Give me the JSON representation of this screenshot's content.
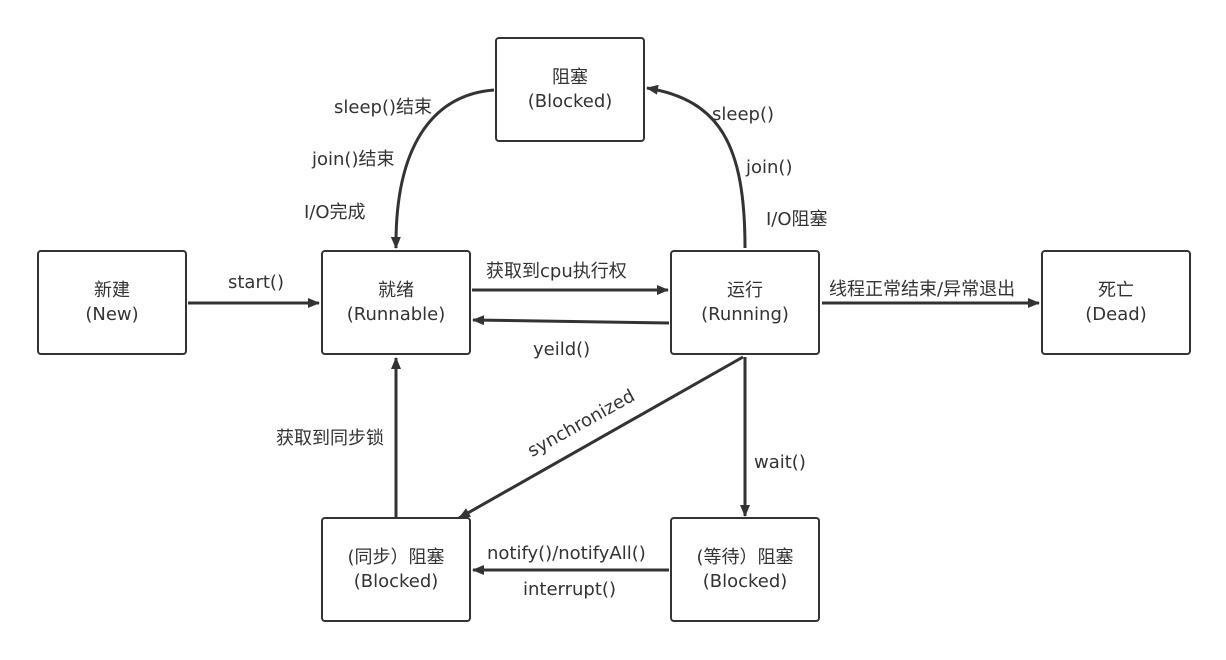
{
  "states": {
    "new": {
      "name": "新建",
      "en": "(New)"
    },
    "runnable": {
      "name": "就绪",
      "en": "(Runnable)"
    },
    "running": {
      "name": "运行",
      "en": "(Running)"
    },
    "dead": {
      "name": "死亡",
      "en": "(Dead)"
    },
    "blocked": {
      "name": "阻塞",
      "en": "(Blocked)"
    },
    "sync_blocked": {
      "name": "(同步）阻塞",
      "en": "(Blocked)"
    },
    "wait_blocked": {
      "name": "(等待）阻塞",
      "en": "(Blocked)"
    }
  },
  "labels": {
    "start": "start()",
    "get_cpu": "获取到cpu执行权",
    "yeild": "yeild()",
    "finish": "线程正常结束/异常退出",
    "sleep": "sleep()",
    "join": "join()",
    "io_block": "I/O阻塞",
    "sleep_end": "sleep()结束",
    "join_end": "join()结束",
    "io_done": "I/O完成",
    "synchronized": "synchronized",
    "get_lock": "获取到同步锁",
    "wait": "wait()",
    "notify": "notify()/notifyAll()",
    "interrupt": "interrupt()"
  },
  "colors": {
    "stroke": "#333333",
    "text": "#333333",
    "background": "#ffffff"
  }
}
